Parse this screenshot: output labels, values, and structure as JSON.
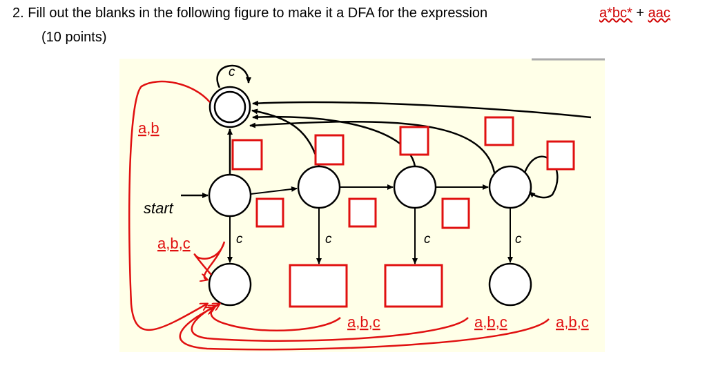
{
  "question": {
    "line1": "2. Fill out the blanks in the following figure to make it a DFA for the expression",
    "line2": "(10 points)",
    "expression": {
      "part1": "a*bc*",
      "plus": "+",
      "part2": "aac"
    }
  },
  "diagram": {
    "start_label": "start",
    "top_loop_label": "c",
    "left_edge_label": "a,b",
    "dead_loop_label": "a,b,c",
    "down_edge_labels": [
      "c",
      "c",
      "c",
      "c"
    ],
    "bottom_edge_labels": [
      "a,b,c",
      "a,b,c",
      "a,b,c"
    ],
    "colors": {
      "background": "#ffffe8",
      "red": "#e01010",
      "black": "#000000"
    }
  }
}
